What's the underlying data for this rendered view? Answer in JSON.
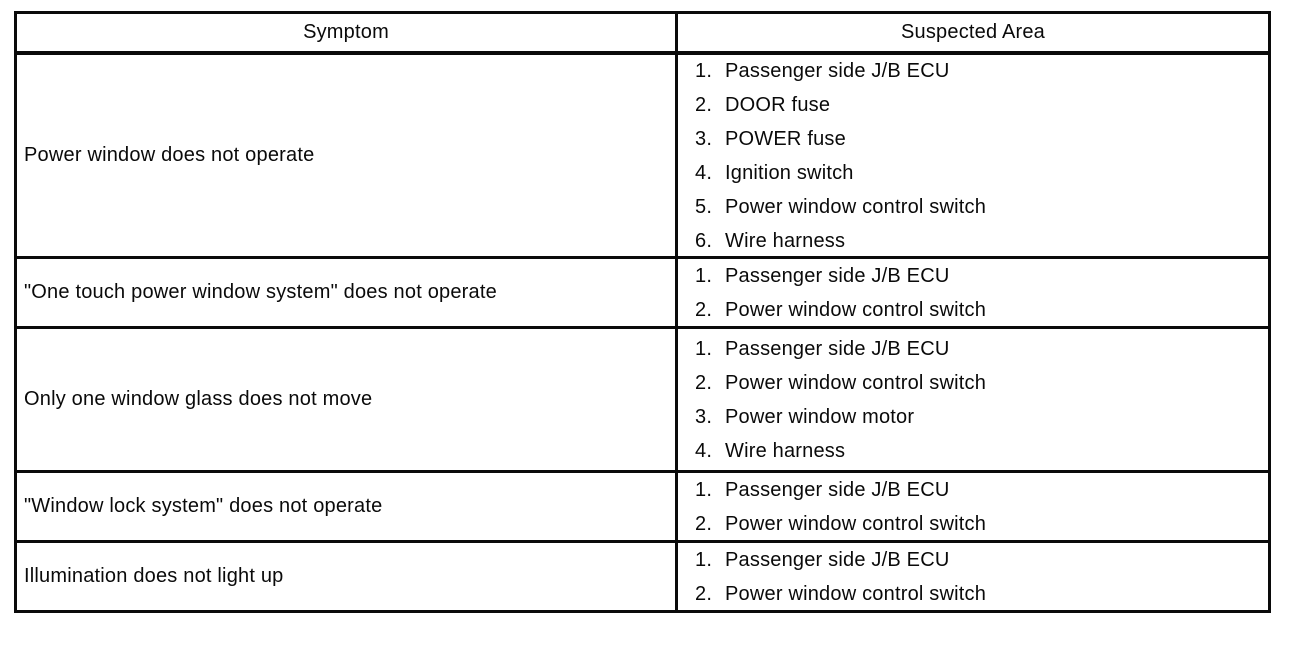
{
  "table": {
    "columns": [
      "Symptom",
      "Suspected Area"
    ],
    "rows": [
      {
        "symptom": "Power window does not operate",
        "areas": [
          {
            "num": "1.",
            "label": "Passenger side J/B ECU"
          },
          {
            "num": "2.",
            "label": "DOOR fuse"
          },
          {
            "num": "3.",
            "label": "POWER fuse"
          },
          {
            "num": "4.",
            "label": "Ignition switch"
          },
          {
            "num": "5.",
            "label": "Power window control switch"
          },
          {
            "num": "6.",
            "label": "Wire harness"
          }
        ]
      },
      {
        "symptom": "\"One touch power window system\" does not operate",
        "areas": [
          {
            "num": "1.",
            "label": "Passenger side J/B ECU"
          },
          {
            "num": "2.",
            "label": "Power window control switch"
          }
        ]
      },
      {
        "symptom": "Only one window glass does not move",
        "areas": [
          {
            "num": "1.",
            "label": "Passenger side J/B ECU"
          },
          {
            "num": "2.",
            "label": "Power window control switch"
          },
          {
            "num": "3.",
            "label": "Power window motor"
          },
          {
            "num": "4.",
            "label": "Wire harness"
          }
        ]
      },
      {
        "symptom": "\"Window lock system\" does not operate",
        "areas": [
          {
            "num": "1.",
            "label": "Passenger side J/B ECU"
          },
          {
            "num": "2.",
            "label": "Power window control switch"
          }
        ]
      },
      {
        "symptom": "Illumination does not light up",
        "areas": [
          {
            "num": "1.",
            "label": "Passenger side J/B ECU"
          },
          {
            "num": "2.",
            "label": "Power window control switch"
          }
        ]
      }
    ]
  },
  "colors": {
    "border": "#0a0a0a",
    "background": "#ffffff",
    "text": "#0a0a0a"
  }
}
